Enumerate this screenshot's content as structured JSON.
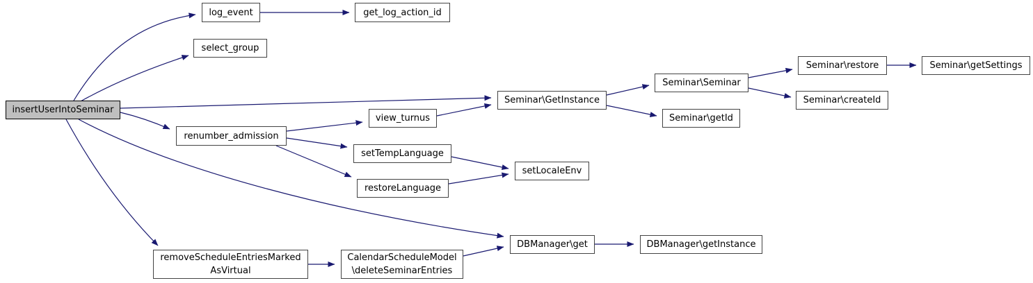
{
  "diagram": {
    "type": "call-graph",
    "edge_color": "#191970",
    "node_border_color": "#424242",
    "root_fill_color": "#bfbfbf",
    "nodes": [
      {
        "id": "insertUserIntoSeminar",
        "label": "insertUserIntoSeminar",
        "root": true
      },
      {
        "id": "log_event",
        "label": "log_event"
      },
      {
        "id": "get_log_action_id",
        "label": "get_log_action_id"
      },
      {
        "id": "select_group",
        "label": "select_group"
      },
      {
        "id": "renumber_admission",
        "label": "renumber_admission"
      },
      {
        "id": "view_turnus",
        "label": "view_turnus"
      },
      {
        "id": "setTempLanguage",
        "label": "setTempLanguage"
      },
      {
        "id": "restoreLanguage",
        "label": "restoreLanguage"
      },
      {
        "id": "setLocaleEnv",
        "label": "setLocaleEnv"
      },
      {
        "id": "Seminar_GetInstance",
        "label": "Seminar\\GetInstance"
      },
      {
        "id": "Seminar_Seminar",
        "label": "Seminar\\Seminar"
      },
      {
        "id": "Seminar_restore",
        "label": "Seminar\\restore"
      },
      {
        "id": "Seminar_getSettings",
        "label": "Seminar\\getSettings"
      },
      {
        "id": "Seminar_createId",
        "label": "Seminar\\createId"
      },
      {
        "id": "Seminar_getId",
        "label": "Seminar\\getId"
      },
      {
        "id": "DBManager_get",
        "label": "DBManager\\get"
      },
      {
        "id": "DBManager_getInstance",
        "label": "DBManager\\getInstance"
      },
      {
        "id": "removeScheduleEntriesMarkedAsVirtual",
        "label1": "removeScheduleEntriesMarked",
        "label2": "AsVirtual"
      },
      {
        "id": "CalendarScheduleModel_deleteSeminarEntries",
        "label1": "CalendarScheduleModel",
        "label2": "\\deleteSeminarEntries"
      }
    ],
    "edges": [
      {
        "from": "insertUserIntoSeminar",
        "to": "log_event"
      },
      {
        "from": "insertUserIntoSeminar",
        "to": "select_group"
      },
      {
        "from": "insertUserIntoSeminar",
        "to": "Seminar\\GetInstance"
      },
      {
        "from": "insertUserIntoSeminar",
        "to": "renumber_admission"
      },
      {
        "from": "insertUserIntoSeminar",
        "to": "DBManager\\get"
      },
      {
        "from": "insertUserIntoSeminar",
        "to": "removeScheduleEntriesMarkedAsVirtual"
      },
      {
        "from": "log_event",
        "to": "get_log_action_id"
      },
      {
        "from": "renumber_admission",
        "to": "view_turnus"
      },
      {
        "from": "renumber_admission",
        "to": "setTempLanguage"
      },
      {
        "from": "renumber_admission",
        "to": "restoreLanguage"
      },
      {
        "from": "view_turnus",
        "to": "Seminar\\GetInstance"
      },
      {
        "from": "Seminar\\GetInstance",
        "to": "Seminar\\Seminar"
      },
      {
        "from": "Seminar\\GetInstance",
        "to": "Seminar\\getId"
      },
      {
        "from": "Seminar\\Seminar",
        "to": "Seminar\\restore"
      },
      {
        "from": "Seminar\\Seminar",
        "to": "Seminar\\createId"
      },
      {
        "from": "Seminar\\restore",
        "to": "Seminar\\getSettings"
      },
      {
        "from": "setTempLanguage",
        "to": "setLocaleEnv"
      },
      {
        "from": "restoreLanguage",
        "to": "setLocaleEnv"
      },
      {
        "from": "removeScheduleEntriesMarkedAsVirtual",
        "to": "CalendarScheduleModel\\deleteSeminarEntries"
      },
      {
        "from": "CalendarScheduleModel\\deleteSeminarEntries",
        "to": "DBManager\\get"
      },
      {
        "from": "DBManager\\get",
        "to": "DBManager\\getInstance"
      }
    ]
  }
}
